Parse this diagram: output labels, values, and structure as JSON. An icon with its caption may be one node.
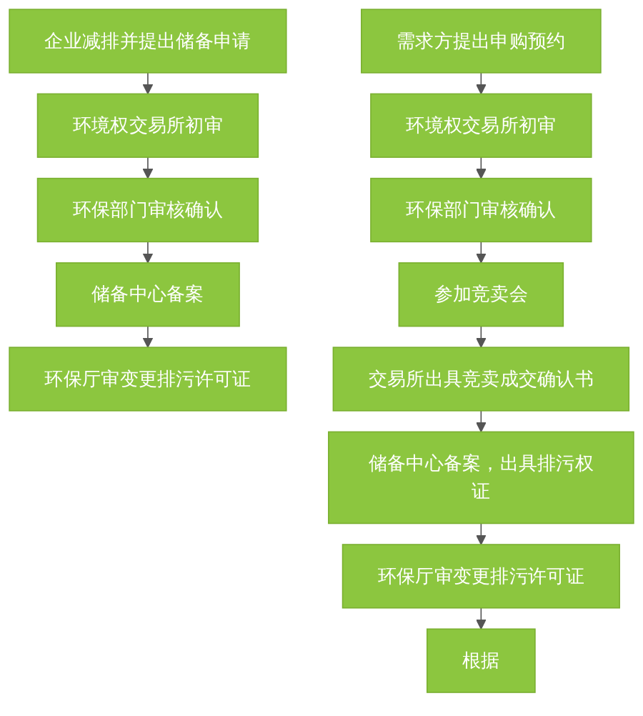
{
  "diagram": {
    "nodes": [
      {
        "text": [
          "企业减排并提出储备申请"
        ]
      },
      {
        "text": [
          "环境权交易所初审"
        ]
      },
      {
        "text": [
          "环保部门审核确认"
        ]
      },
      {
        "text": [
          "储备中心备案"
        ]
      },
      {
        "text": [
          "环保厅审变更排污许可证"
        ]
      },
      {
        "text": [
          "需求方提出申购预约"
        ]
      },
      {
        "text": [
          "环境权交易所初审"
        ]
      },
      {
        "text": [
          "环保部门审核确认"
        ]
      },
      {
        "text": [
          "参加竞卖会"
        ]
      },
      {
        "text": [
          "交易所出具竞卖成交确认书"
        ]
      },
      {
        "text": [
          "储备中心备案，出具排污权证"
        ]
      },
      {
        "text": [
          "环保厅审变更排污许可证"
        ]
      },
      {
        "text": [
          "根据"
        ]
      }
    ],
    "edges": [
      {
        "from": 0,
        "to": 1,
        "arrow": "to"
      },
      {
        "from": 1,
        "to": 2,
        "arrow": "to"
      },
      {
        "from": 2,
        "to": 3,
        "arrow": "to"
      },
      {
        "from": 3,
        "to": 4,
        "arrow": "to"
      },
      {
        "from": 5,
        "to": 6,
        "arrow": "to"
      },
      {
        "from": 6,
        "to": 7,
        "arrow": "to"
      },
      {
        "from": 7,
        "to": 8,
        "arrow": "to"
      },
      {
        "from": 8,
        "to": 9,
        "arrow": "to"
      },
      {
        "from": 9,
        "to": 10,
        "arrow": "to"
      },
      {
        "from": 10,
        "to": 11,
        "arrow": "to"
      },
      {
        "from": 11,
        "to": 12,
        "arrow": "to"
      }
    ]
  }
}
